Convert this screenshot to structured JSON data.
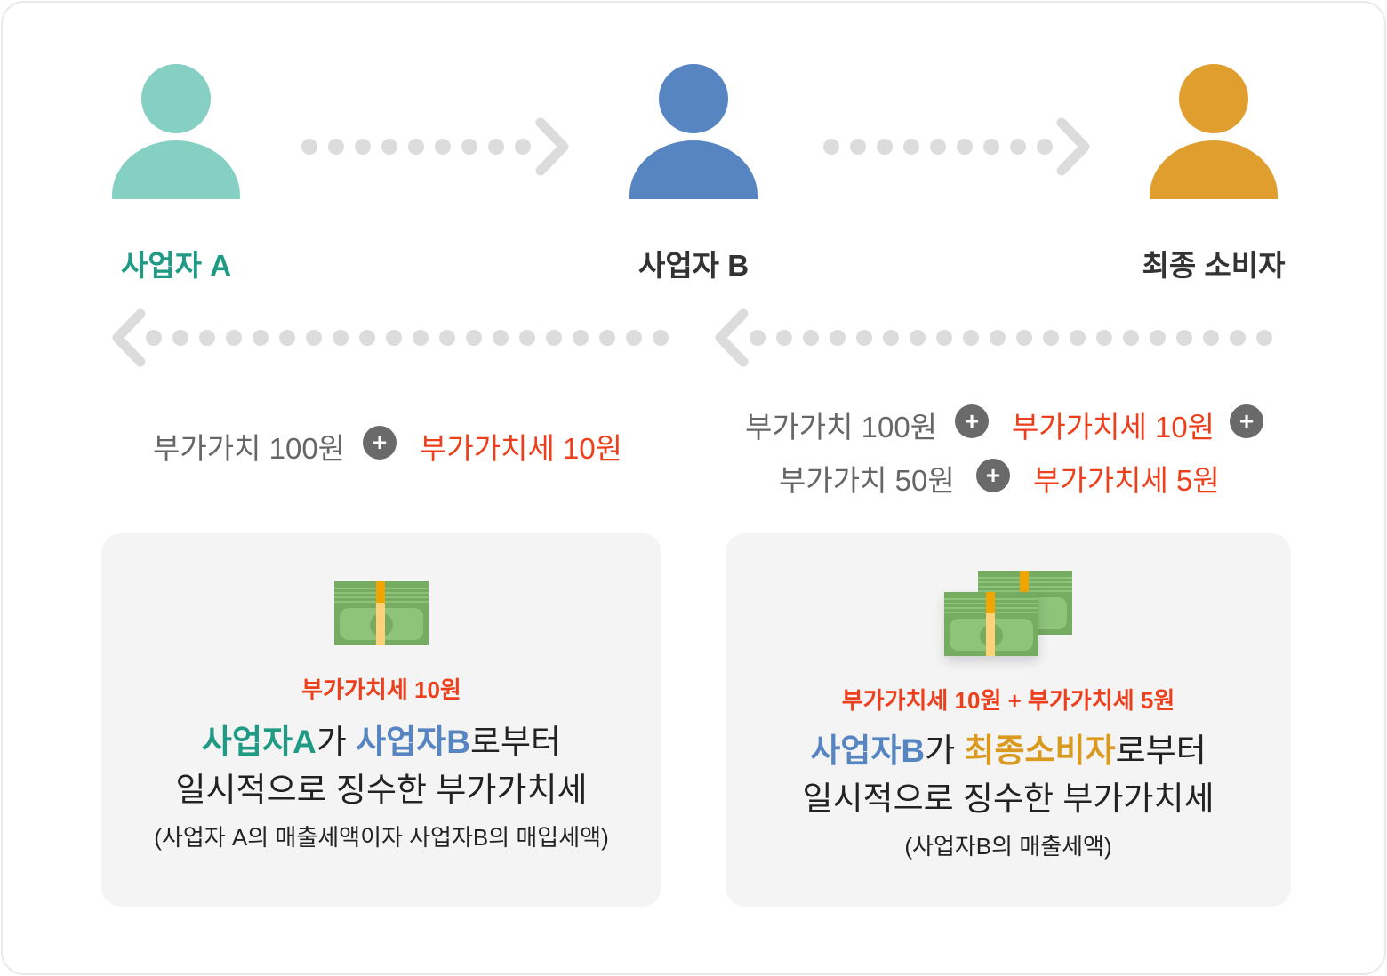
{
  "actors": [
    {
      "name": "사업자 A",
      "color": "#86cfc3",
      "label_color": "#1f9a84"
    },
    {
      "name": "사업자 B",
      "color": "#5785c2",
      "label_color": "#333333"
    },
    {
      "name": "최종 소비자",
      "color": "#e09e2f",
      "label_color": "#333333"
    }
  ],
  "flows": {
    "left": {
      "value": "부가가치 100원",
      "tax": "부가가치세 10원"
    },
    "right": {
      "value1": "부가가치 100원",
      "tax1": "부가가치세 10원",
      "value2": "부가가치 50원",
      "tax2": "부가가치세 5원"
    },
    "plus": "+"
  },
  "cards": {
    "left": {
      "amount": "부가가치세 10원",
      "line1_a": "사업자A",
      "line1_b": "가 ",
      "line1_c": "사업자B",
      "line1_d": "로부터",
      "line2": "일시적으로 징수한 부가가치세",
      "note": "(사업자 A의 매출세액이자 사업자B의 매입세액)"
    },
    "right": {
      "amount": "부가가치세 10원 + 부가가치세 5원",
      "line1_a": "사업자B",
      "line1_b": "가 ",
      "line1_c": "최종소비자",
      "line1_d": "로부터",
      "line2": "일시적으로 징수한 부가가치세",
      "note": "(사업자B의 매출세액)"
    }
  }
}
